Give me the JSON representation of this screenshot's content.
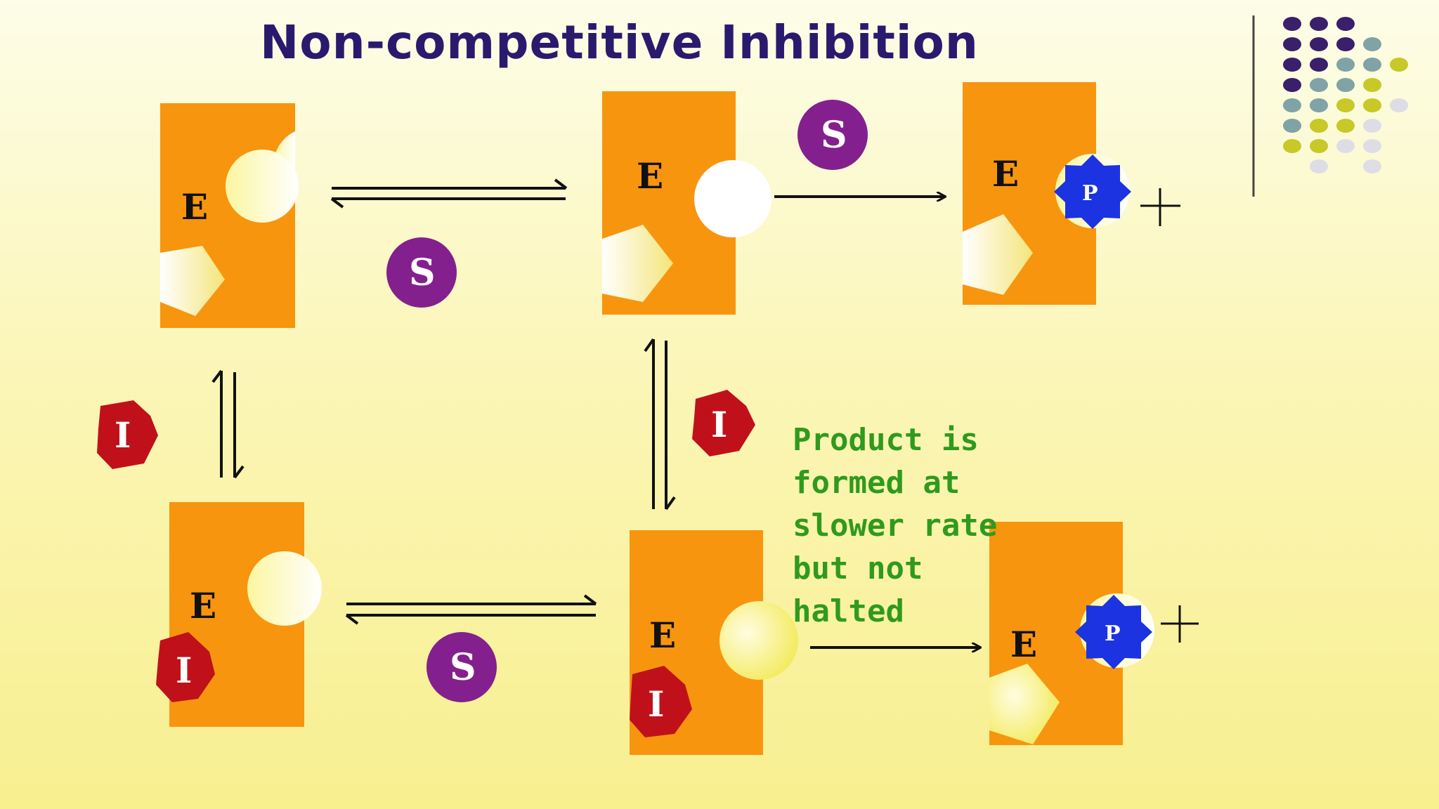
{
  "title": "Non-competitive Inhibition",
  "labels": {
    "enzyme": "E",
    "substrate": "S",
    "inhibitor": "I",
    "product": "P"
  },
  "note": {
    "lines": [
      "Product is",
      "formed at",
      "slower rate",
      "but not",
      "halted"
    ]
  },
  "colors": {
    "enzyme": "#f7950f",
    "substrate": "#84208e",
    "inhibitor": "#c0111a",
    "product": "#1b33e0",
    "title": "#2a1a6e",
    "note": "#2f9a1e"
  },
  "decoration": "corner-dot-grid"
}
